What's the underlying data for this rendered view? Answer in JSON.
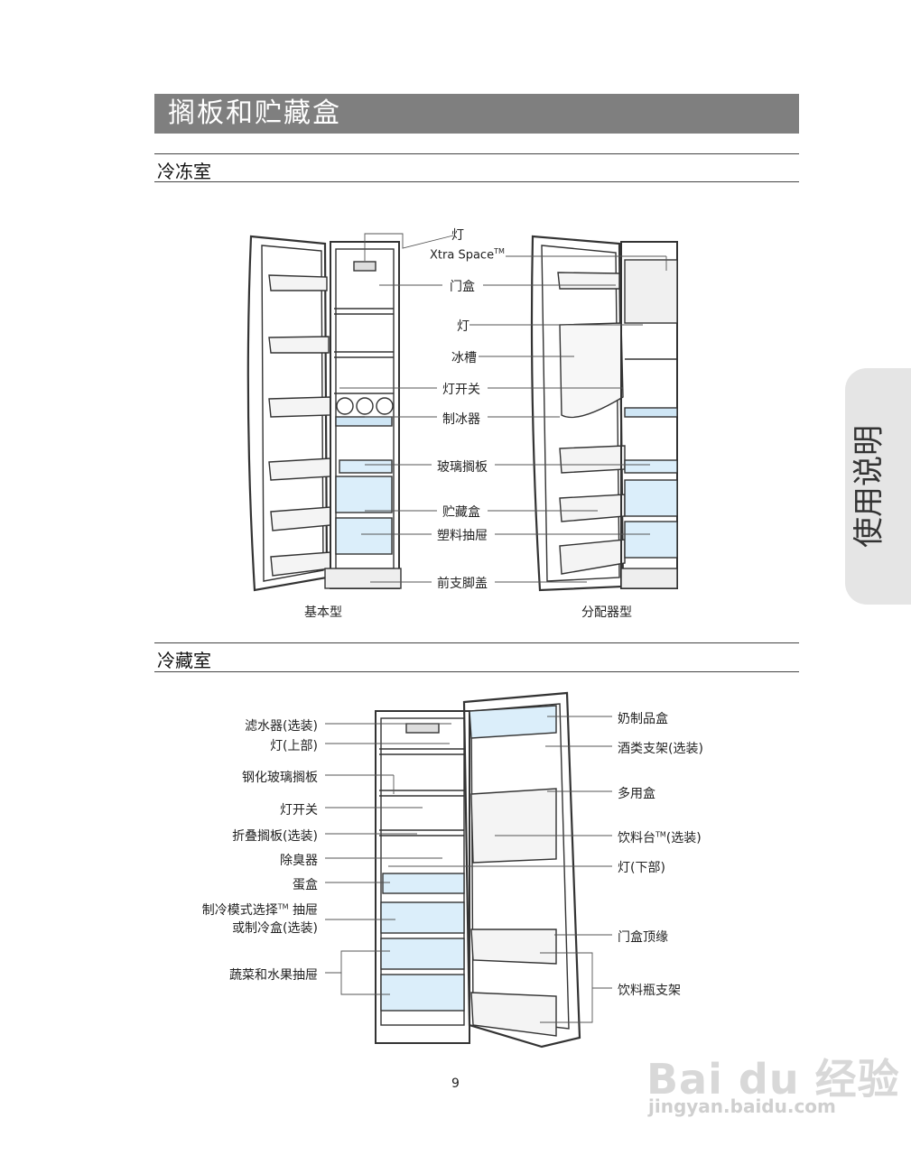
{
  "page": {
    "title": "搁板和贮藏盒",
    "side_tab": "使用说明",
    "page_number": "9"
  },
  "freezer": {
    "section_title": "冷冻室",
    "labels": [
      {
        "id": "lamp",
        "text": "灯"
      },
      {
        "id": "xtra",
        "text": "Xtra Space",
        "sup": "TM"
      },
      {
        "id": "door-bin",
        "text": "门盒"
      },
      {
        "id": "lamp2",
        "text": "灯"
      },
      {
        "id": "ice-chute",
        "text": "冰槽"
      },
      {
        "id": "light-switch",
        "text": "灯开关"
      },
      {
        "id": "ice-maker",
        "text": "制冰器"
      },
      {
        "id": "glass-shelf",
        "text": "玻璃搁板"
      },
      {
        "id": "storage-bin",
        "text": "贮藏盒"
      },
      {
        "id": "plastic-drawer",
        "text": "塑料抽屉"
      },
      {
        "id": "front-leg-cover",
        "text": "前支脚盖"
      }
    ],
    "caption_basic": "基本型",
    "caption_dispenser": "分配器型"
  },
  "fridge": {
    "section_title": "冷藏室",
    "left_labels": [
      {
        "id": "water-filter",
        "text": "滤水器(选装)"
      },
      {
        "id": "lamp-upper",
        "text": "灯(上部)"
      },
      {
        "id": "tempered-glass",
        "text": "钢化玻璃搁板"
      },
      {
        "id": "light-switch",
        "text": "灯开关"
      },
      {
        "id": "folding-shelf",
        "text": "折叠搁板(选装)"
      },
      {
        "id": "deodorizer",
        "text": "除臭器"
      },
      {
        "id": "egg-box",
        "text": "蛋盒"
      },
      {
        "id": "cool-select-1",
        "text": "制冷模式选择",
        "sup": "TM",
        "tail": " 抽屉"
      },
      {
        "id": "cool-select-2",
        "text": "或制冷盒(选装)"
      },
      {
        "id": "veg-drawer",
        "text": "蔬菜和水果抽屉"
      }
    ],
    "right_labels": [
      {
        "id": "dairy",
        "text": "奶制品盒"
      },
      {
        "id": "wine-rack",
        "text": "酒类支架(选装)"
      },
      {
        "id": "multi-box",
        "text": "多用盒"
      },
      {
        "id": "beverage",
        "text": "饮料台",
        "sup": "TM",
        "tail": "(选装)"
      },
      {
        "id": "lamp-lower",
        "text": "灯(下部)"
      },
      {
        "id": "door-bin-top",
        "text": "门盒顶缘"
      },
      {
        "id": "bottle-rack",
        "text": "饮料瓶支架"
      }
    ]
  },
  "watermark": {
    "brand": "Bai du 经验",
    "url": "jingyan.baidu.com"
  }
}
